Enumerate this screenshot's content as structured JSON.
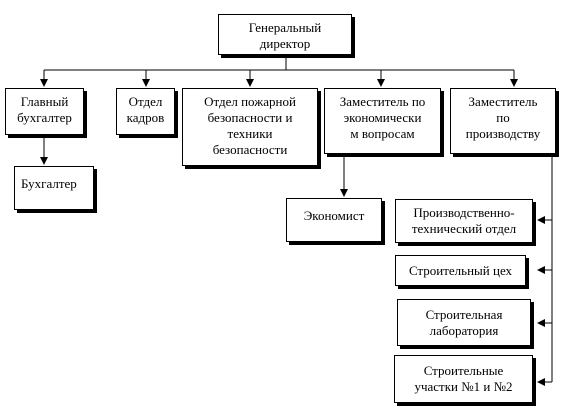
{
  "diagram": {
    "nodes": {
      "ceo": {
        "label": "Генеральный\nдиректор"
      },
      "chief_accountant": {
        "label": "Главный\nбухгалтер"
      },
      "accountant": {
        "label": "Бухгалтер"
      },
      "hr_department": {
        "label": "Отдел\nкадров"
      },
      "fire_safety_department": {
        "label": "Отдел пожарной\nбезопасности и\nтехники\nбезопасности"
      },
      "deputy_economics": {
        "label": "Заместитель по\nэкономически\nм вопросам"
      },
      "economist": {
        "label": "Экономист"
      },
      "deputy_production": {
        "label": "Заместитель\nпо\nпроизводству"
      },
      "production_technical_department": {
        "label": "Производственно-\nтехнический отдел"
      },
      "construction_shop": {
        "label": "Строительный цех"
      },
      "construction_laboratory": {
        "label": "Строительная\nлаборатория"
      },
      "construction_sites": {
        "label": "Строительные\nучастки №1 и №2"
      }
    }
  }
}
